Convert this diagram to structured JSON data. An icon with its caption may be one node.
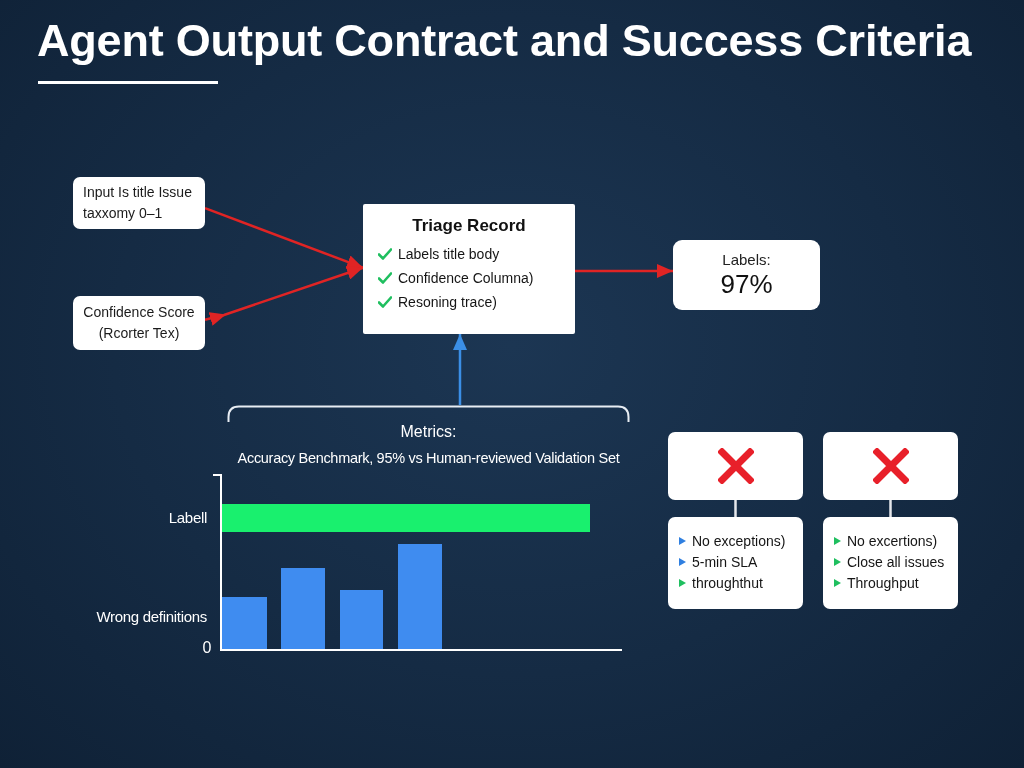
{
  "diagram": {
    "title": "Agent Output Contract and Success Criteria",
    "nodes": [
      {
        "text": [
          "Input Is title Issue taxxomy 0–1"
        ]
      },
      {
        "text": [
          "Confidence Score (Rcorter Tex)"
        ]
      },
      {
        "text": [
          "Triage Record",
          "Labels title body",
          "Confidence Columna)",
          "Resoning trace)"
        ]
      },
      {
        "text": [
          "Labels:",
          "97%"
        ]
      },
      {
        "text": [
          "Metrics:",
          "Accuracy Benchmark, 95% vs Human-reviewed Validation Set"
        ]
      },
      {
        "text": [],
        "shape": "box"
      },
      {
        "text": [
          "No exceptions)",
          "5-min SLA",
          "throughthut"
        ]
      },
      {
        "text": [],
        "shape": "box"
      },
      {
        "text": [
          "No excertions)",
          "Close all issues",
          "Throughput"
        ]
      }
    ],
    "edges": [
      {
        "from": 0,
        "to": 2,
        "arrow": "to"
      },
      {
        "from": 1,
        "to": 2,
        "arrow": "to"
      },
      {
        "from": 2,
        "to": 3,
        "arrow": "to"
      },
      {
        "from": 4,
        "to": 2,
        "arrow": "to",
        "color": "#3b8fe6"
      },
      {
        "from": 5,
        "to": 6,
        "arrow": "none",
        "color": "#e5e7eb"
      },
      {
        "from": 7,
        "to": 8,
        "arrow": "none",
        "color": "#e5e7eb"
      }
    ],
    "labels": [
      "Labell",
      "Wrong definitions",
      "0"
    ]
  }
}
